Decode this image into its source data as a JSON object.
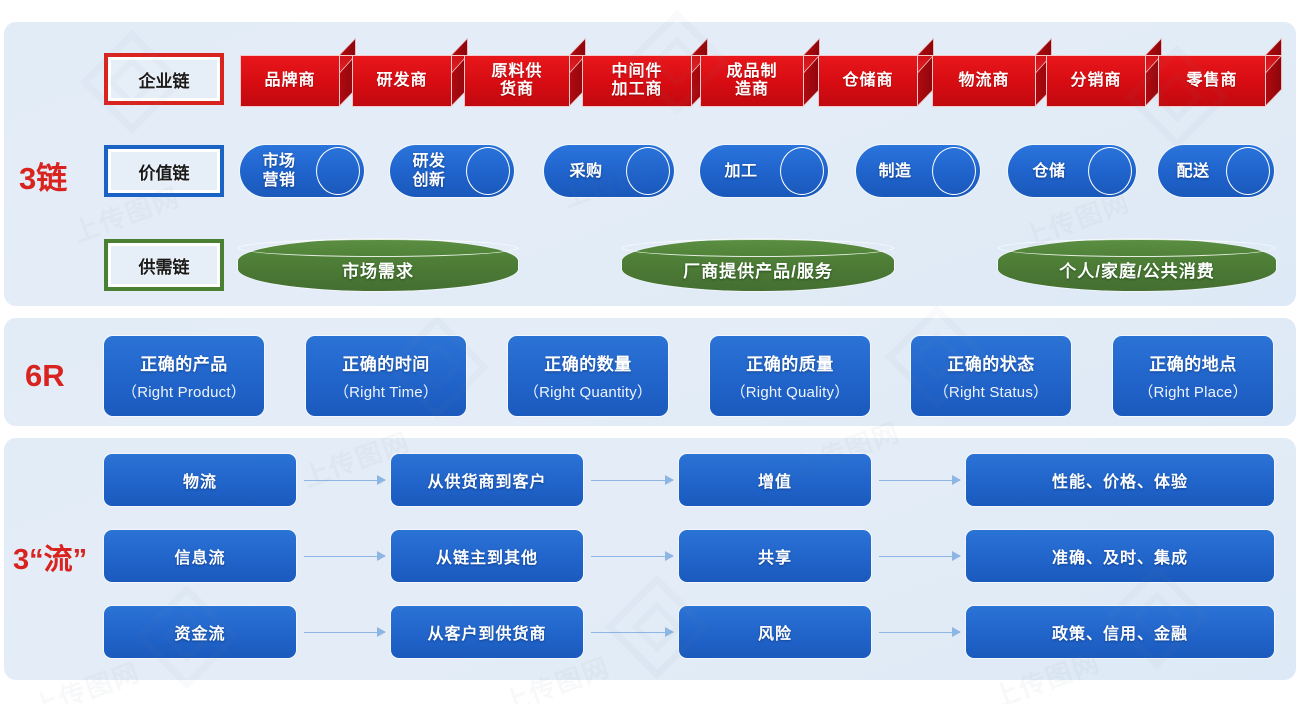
{
  "groups": {
    "chains_label": "3链",
    "sixr_label": "6R",
    "flows_label": "3“流”"
  },
  "chains": {
    "enterprise": {
      "plate": "企业链",
      "nodes": [
        "品牌商",
        "研发商",
        "原料供\n货商",
        "中间件\n加工商",
        "成品制\n造商",
        "仓储商",
        "物流商",
        "分销商",
        "零售商"
      ]
    },
    "value": {
      "plate": "价值链",
      "nodes": [
        "市场\n营销",
        "研发\n创新",
        "采购",
        "加工",
        "制造",
        "仓储",
        "配送"
      ]
    },
    "supply": {
      "plate": "供需链",
      "nodes": [
        "市场需求",
        "厂商提供产品/服务",
        "个人/家庭/公共消费"
      ]
    }
  },
  "six_r": [
    {
      "zh": "正确的产品",
      "en": "（Right Product）"
    },
    {
      "zh": "正确的时间",
      "en": "（Right Time）"
    },
    {
      "zh": "正确的数量",
      "en": "（Right Quantity）"
    },
    {
      "zh": "正确的质量",
      "en": "（Right Quality）"
    },
    {
      "zh": "正确的状态",
      "en": "（Right Status）"
    },
    {
      "zh": "正确的地点",
      "en": "（Right Place）"
    }
  ],
  "flows": [
    {
      "name": "物流",
      "path": "从供货商到客户",
      "effect": "增值",
      "attrs": "性能、价格、体验"
    },
    {
      "name": "信息流",
      "path": "从链主到其他",
      "effect": "共享",
      "attrs": "准确、及时、集成"
    },
    {
      "name": "资金流",
      "path": "从客户到供货商",
      "effect": "风险",
      "attrs": "政策、信用、金融"
    }
  ],
  "colors": {
    "red": "#d9231e",
    "blue": "#2063c9",
    "green": "#4e7f37",
    "panel_bg": "#e2ecf7",
    "arrow": "#8eb6e4"
  }
}
